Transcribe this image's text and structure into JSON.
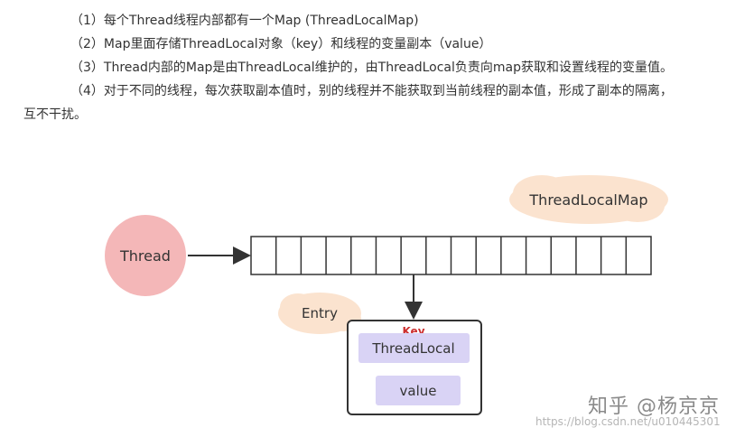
{
  "paragraphs": [
    "（1）每个Thread线程内部都有一个Map (ThreadLocalMap)",
    "（2）Map里面存储ThreadLocal对象（key）和线程的变量副本（value）",
    "（3）Thread内部的Map是由ThreadLocal维护的，由ThreadLocal负责向map获取和设置线程的变量值。",
    "（4）对于不同的线程，每次获取副本值时，别的线程并不能获取到当前线程的副本值，形成了副本的隔离，",
    "互不干扰。"
  ],
  "diagram": {
    "thread_label": "Thread",
    "map_label": "ThreadLocalMap",
    "entry_label": "Entry",
    "key_label": "Key",
    "threadlocal_label": "ThreadLocal",
    "value_label": "value",
    "map_slot_count": 16
  },
  "colors": {
    "thread_fill": "#f4b7b8",
    "cloud_fill": "#fbe3cf",
    "inner_box_fill": "#d9d3f5",
    "key_text": "#cc2f2f",
    "line": "#333333"
  },
  "watermark": {
    "site": "知乎 @杨京京",
    "url": "https://blog.csdn.net/u010445301"
  }
}
